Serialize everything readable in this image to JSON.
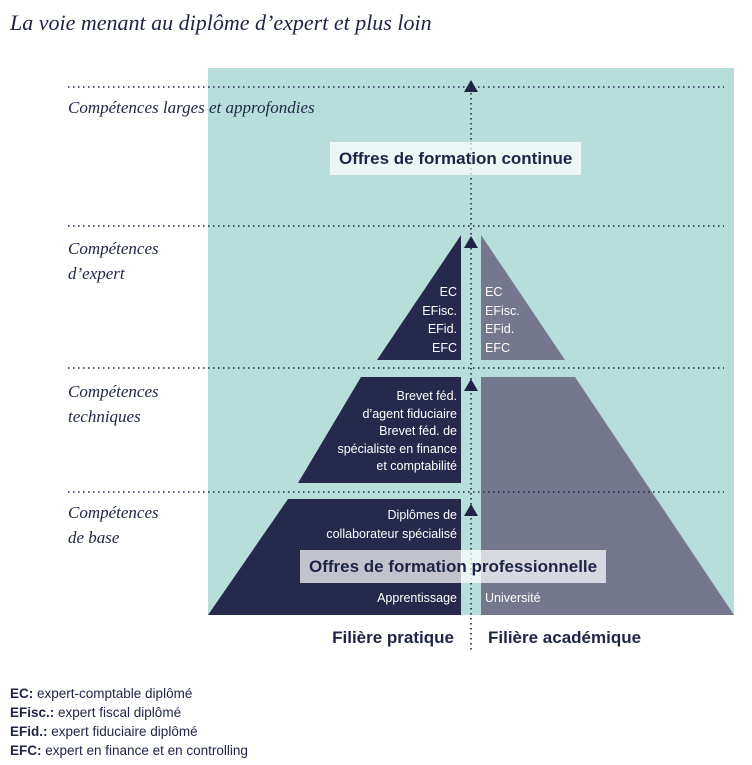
{
  "title": "La voie menant au diplôme d’expert et plus loin",
  "levels": [
    {
      "lines": [
        "Compétences larges et approfondies"
      ]
    },
    {
      "lines": [
        "Compétences",
        "d’expert"
      ]
    },
    {
      "lines": [
        "Compétences",
        "techniques"
      ]
    },
    {
      "lines": [
        "Compétences",
        "de base"
      ]
    }
  ],
  "banners": {
    "continuing": "Offres de formation continue",
    "professional": "Offres de formation professionnelle"
  },
  "practical": {
    "expert": [
      "EC",
      "EFisc.",
      "EFid.",
      "EFC"
    ],
    "technical": [
      "Brevet féd.",
      "d’agent fiduciaire",
      "Brevet féd. de",
      "spécialiste en finance",
      "et comptabilité"
    ],
    "base": [
      "Diplômes de",
      "collaborateur spécialisé"
    ],
    "entry": "Apprentissage"
  },
  "academic": {
    "expert": [
      "EC",
      "EFisc.",
      "EFid.",
      "EFC"
    ],
    "entry": "Université"
  },
  "tracks": {
    "practical": "Filière pratique",
    "academic": "Filière académique"
  },
  "legend": [
    {
      "abbr": "EC:",
      "text": " expert-comptable diplômé"
    },
    {
      "abbr": "EFisc.:",
      "text": " expert fiscal diplômé"
    },
    {
      "abbr": "EFid.:",
      "text": " expert fiduciaire diplômé"
    },
    {
      "abbr": "EFC:",
      "text": " expert en finance et en controlling"
    }
  ],
  "colors": {
    "background_teal": "#b8dedb",
    "practical_navy": "#252a4d",
    "academic_slate": "#75778f",
    "text_dark": "#1f2447"
  }
}
